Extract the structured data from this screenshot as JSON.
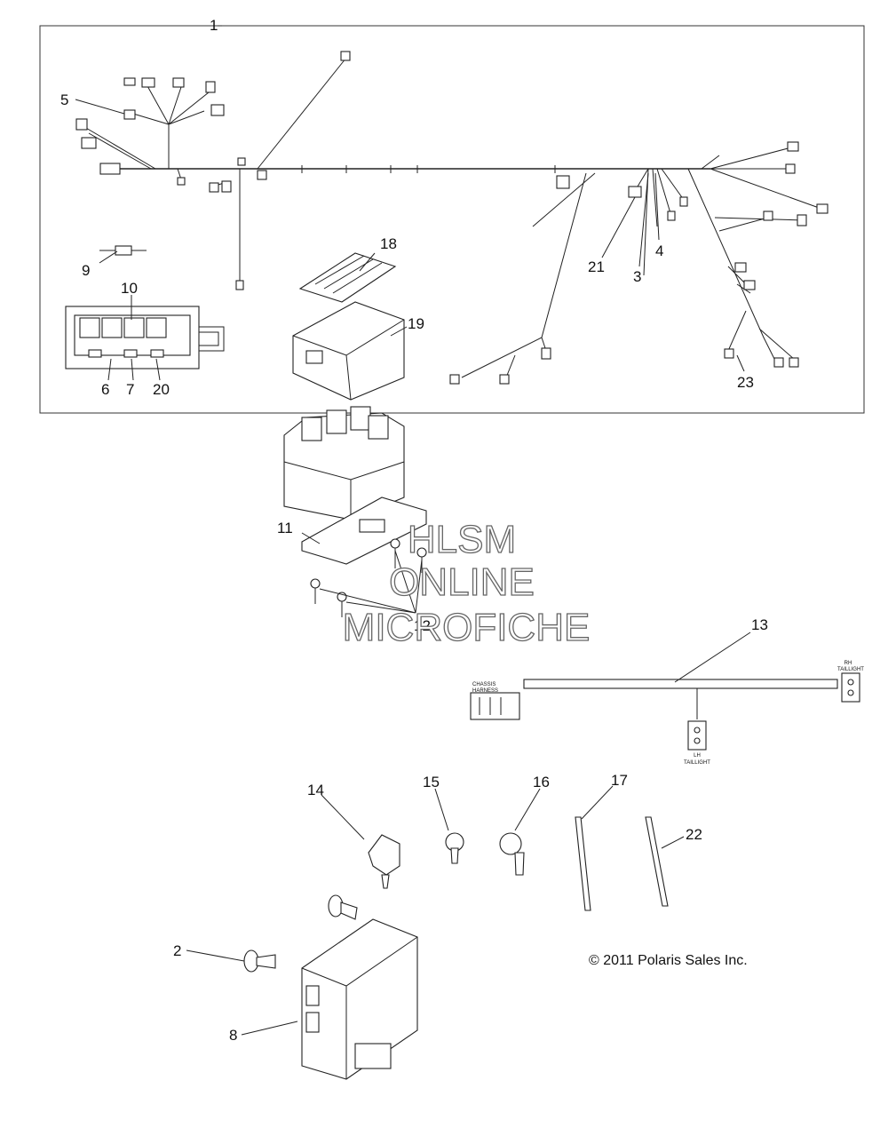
{
  "callouts": {
    "c1": "1",
    "c2": "2",
    "c3": "3",
    "c4": "4",
    "c5": "5",
    "c6": "6",
    "c7": "7",
    "c8": "8",
    "c9": "9",
    "c10": "10",
    "c11": "11",
    "c12": "12",
    "c13": "13",
    "c14": "14",
    "c15": "15",
    "c16": "16",
    "c17": "17",
    "c18": "18",
    "c19": "19",
    "c20": "20",
    "c21": "21",
    "c22": "22",
    "c23": "23"
  },
  "harness_labels": {
    "chassis_line1": "CHASSIS",
    "chassis_line2": "HARNESS",
    "rh_line1": "RH",
    "rh_line2": "TAILLIGHT",
    "lh_line1": "LH",
    "lh_line2": "TAILLIGHT"
  },
  "watermark": {
    "line1": "HLSM",
    "line2": "ONLINE",
    "line3": "MICROFICHE"
  },
  "copyright": "© 2011 Polaris Sales Inc."
}
